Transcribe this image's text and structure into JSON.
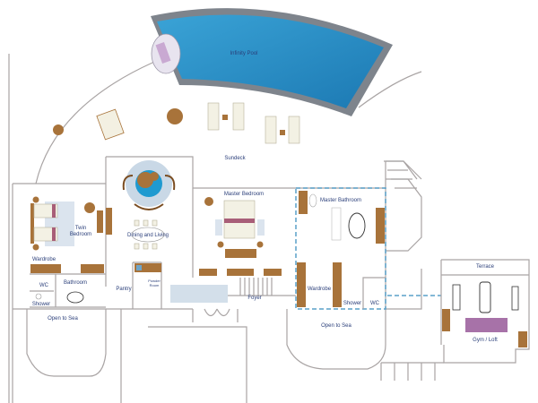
{
  "plan": {
    "labels": {
      "infinity_pool": "Infinity Pool",
      "sundeck": "Sundeck",
      "twin_bedroom_1": "Twin",
      "twin_bedroom_2": "Bedroom",
      "dining_living": "Dining and Living",
      "master_bedroom": "Master Bedroom",
      "master_bathroom": "Master Bathroom",
      "wardrobe_left": "Wardrobe",
      "wardrobe_right": "Wardrobe",
      "wc_left": "WC",
      "wc_right": "WC",
      "bathroom": "Bathroom",
      "shower_left": "Shower",
      "shower_right": "Shower",
      "pantry": "Pantry",
      "powder_room_1": "Powder",
      "powder_room_2": "Room",
      "foyer": "Foyer",
      "open_to_sea_left": "Open to Sea",
      "open_to_sea_right": "Open to Sea",
      "terrace": "Terrace",
      "gym_loft": "Gym / Loft"
    },
    "colors": {
      "pool": "#2a8fc6",
      "wood": "#a8733a",
      "walls": "#a9a4a4",
      "dashed_link": "#5aa0c8",
      "gym_mat": "#a772a8"
    }
  }
}
